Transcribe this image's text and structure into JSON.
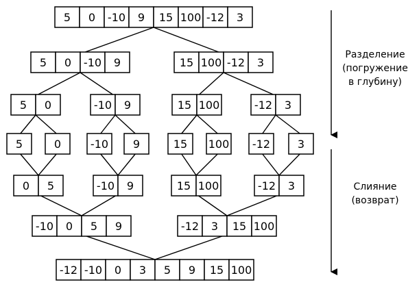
{
  "rows": [
    {
      "groups": [
        {
          "values": [
            "5",
            "0",
            "-10",
            "9",
            "15",
            "100",
            "-12",
            "3"
          ]
        }
      ]
    },
    {
      "groups": [
        {
          "values": [
            "5",
            "0",
            "-10",
            "9"
          ]
        },
        {
          "values": [
            "15",
            "100",
            "-12",
            "3"
          ]
        }
      ]
    },
    {
      "groups": [
        {
          "values": [
            "5",
            "0"
          ]
        },
        {
          "values": [
            "-10",
            "9"
          ]
        },
        {
          "values": [
            "15",
            "100"
          ]
        },
        {
          "values": [
            "-12",
            "3"
          ]
        }
      ]
    },
    {
      "groups": [
        {
          "values": [
            "5"
          ]
        },
        {
          "values": [
            "0"
          ]
        },
        {
          "values": [
            "-10"
          ]
        },
        {
          "values": [
            "9"
          ]
        },
        {
          "values": [
            "15"
          ]
        },
        {
          "values": [
            "100"
          ]
        },
        {
          "values": [
            "-12"
          ]
        },
        {
          "values": [
            "3"
          ]
        }
      ]
    },
    {
      "groups": [
        {
          "values": [
            "0",
            "5"
          ]
        },
        {
          "values": [
            "-10",
            "9"
          ]
        },
        {
          "values": [
            "15",
            "100"
          ]
        },
        {
          "values": [
            "-12",
            "3"
          ]
        }
      ]
    },
    {
      "groups": [
        {
          "values": [
            "-10",
            "0",
            "5",
            "9"
          ]
        },
        {
          "values": [
            "-12",
            "3",
            "15",
            "100"
          ]
        }
      ]
    },
    {
      "groups": [
        {
          "values": [
            "-12",
            "-10",
            "0",
            "3",
            "5",
            "9",
            "15",
            "100"
          ]
        }
      ]
    }
  ],
  "labels": {
    "split_line1": "Разделение",
    "split_line2": "(погружение",
    "split_line3": "в глубину)",
    "merge_line1": "Слияние",
    "merge_line2": "(возврат)"
  }
}
